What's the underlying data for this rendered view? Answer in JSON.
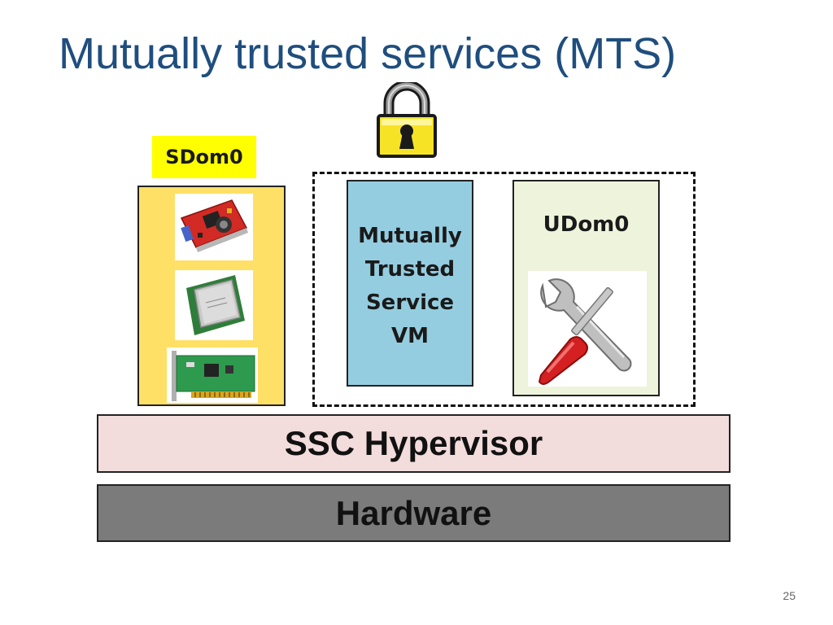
{
  "slide": {
    "title": "Mutually trusted services (MTS)",
    "page_number": "25"
  },
  "diagram": {
    "sdom0": {
      "label": "SDom0",
      "images": [
        "graphics-card-image",
        "cpu-chip-image",
        "network-card-image"
      ]
    },
    "trusted_group": {
      "lock_icon": "padlock-icon",
      "mts_vm": {
        "lines": [
          "Mutually",
          "Trusted",
          "Service",
          "VM"
        ]
      },
      "udom0": {
        "label": "UDom0",
        "image": "wrench-screwdriver-image"
      }
    },
    "hypervisor": {
      "label": "SSC Hypervisor"
    },
    "hardware": {
      "label": "Hardware"
    }
  },
  "colors": {
    "title": "#1f4e7e",
    "sdom0_label_bg": "#ffff00",
    "sdom0_box_bg": "#ffe066",
    "mts_vm_bg": "#95cde0",
    "udom0_bg": "#eef3dc",
    "hypervisor_bg": "#f3dcdc",
    "hardware_bg": "#7b7b7b"
  }
}
